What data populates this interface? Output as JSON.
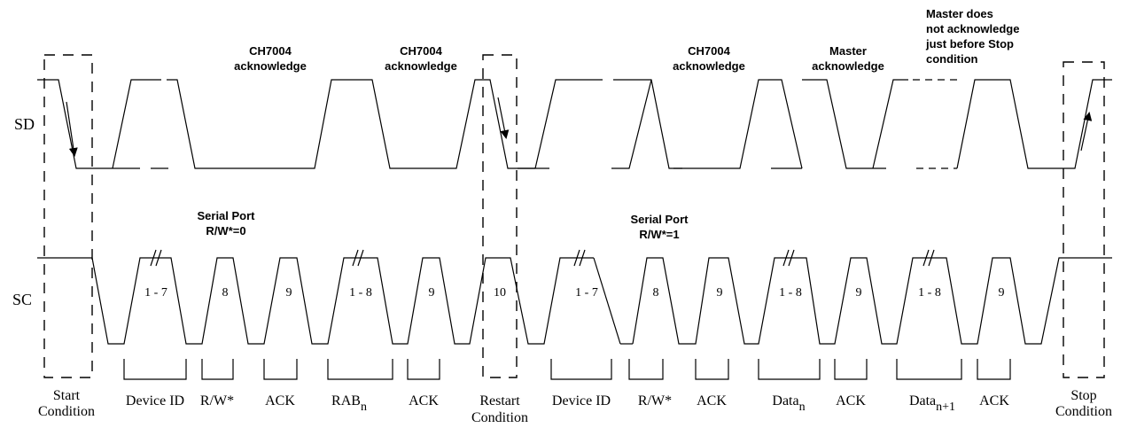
{
  "signals": {
    "sd": "SD",
    "sc": "SC"
  },
  "acks": {
    "ch7004_1": [
      "CH7004",
      "acknowledge"
    ],
    "ch7004_2": [
      "CH7004",
      "acknowledge"
    ],
    "ch7004_3": [
      "CH7004",
      "acknowledge"
    ],
    "master": [
      "Master",
      "acknowledge"
    ],
    "master_nack": [
      "Master does",
      "not acknowledge",
      "just before Stop",
      "condition"
    ]
  },
  "serial_port": {
    "write": [
      "Serial Port",
      "R/W*=0"
    ],
    "read": [
      "Serial Port",
      "R/W*=1"
    ]
  },
  "clock_labels": [
    "1 - 7",
    "8",
    "9",
    "1 - 8",
    "9",
    "10",
    "1 - 7",
    "8",
    "9",
    "1 - 8",
    "9",
    "1 - 8",
    "9"
  ],
  "phases": {
    "start": [
      "Start",
      "Condition"
    ],
    "device_id_1": "Device ID",
    "rw_1": "R/W*",
    "ack_1": "ACK",
    "rab": {
      "base": "RAB",
      "sub": "n"
    },
    "ack_2": "ACK",
    "restart": [
      "Restart",
      "Condition"
    ],
    "device_id_2": "Device ID",
    "rw_2": "R/W*",
    "ack_3": "ACK",
    "data_n": {
      "base": "Data",
      "sub": "n"
    },
    "ack_4": "ACK",
    "data_n1": {
      "base": "Data",
      "sub": "n+1"
    },
    "ack_5": "ACK",
    "stop": [
      "Stop",
      "Condition"
    ]
  }
}
